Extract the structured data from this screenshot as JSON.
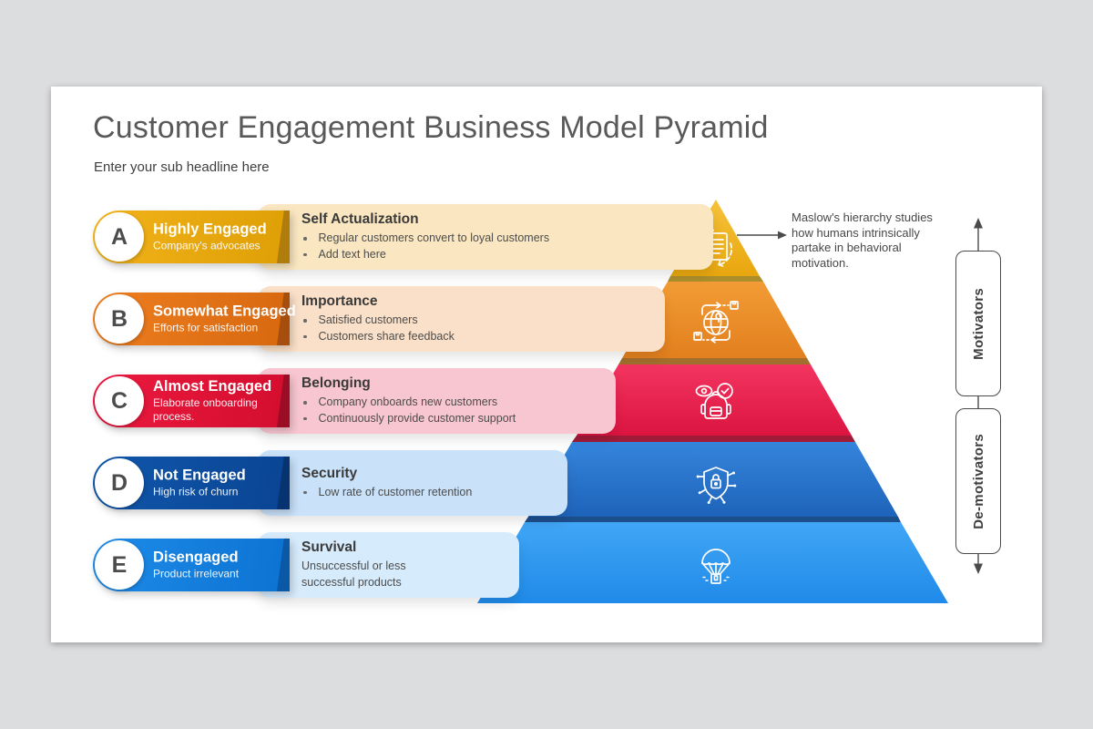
{
  "window": {
    "background": "#dcdddf",
    "card_background": "#ffffff"
  },
  "header": {
    "title": "Customer Engagement Business Model Pyramid",
    "subtitle": "Enter your sub headline here"
  },
  "rows": [
    {
      "letter": "A",
      "label": "Highly Engaged",
      "sublabel": "Company's advocates",
      "heading": "Self Actualization",
      "bullets": [
        "Regular customers convert to loyal customers",
        "Add text here"
      ],
      "colors": {
        "pill_from": "#F2B31B",
        "pill_to": "#DE9F05",
        "fold": "#B07C0C",
        "band": "#FAE7C1"
      }
    },
    {
      "letter": "B",
      "label": "Somewhat Engaged",
      "sublabel": "Efforts for satisfaction",
      "heading": "Importance",
      "bullets": [
        "Satisfied customers",
        "Customers share feedback"
      ],
      "colors": {
        "pill_from": "#ED7E20",
        "pill_to": "#D8680F",
        "fold": "#A64E0D",
        "band": "#FAE0C8"
      }
    },
    {
      "letter": "C",
      "label": "Almost Engaged",
      "sublabel": "Elaborate onboarding process.",
      "heading": "Belonging",
      "bullets": [
        "Company onboards new customers",
        "Continuously provide customer support"
      ],
      "colors": {
        "pill_from": "#EC1A40",
        "pill_to": "#D30D2D",
        "fold": "#9B0D25",
        "band": "#F8C6D1"
      }
    },
    {
      "letter": "D",
      "label": "Not Engaged",
      "sublabel": "High risk of churn",
      "heading": "Security",
      "bullets": [
        "Low rate of customer retention"
      ],
      "colors": {
        "pill_from": "#1057AB",
        "pill_to": "#0A4493",
        "fold": "#083371",
        "band": "#C9E1F9"
      }
    },
    {
      "letter": "E",
      "label": "Disengaged",
      "sublabel": "Product irrelevant",
      "heading": "Survival",
      "lines": [
        "Unsuccessful or less",
        "successful products"
      ],
      "colors": {
        "pill_from": "#1E8CE9",
        "pill_to": "#0C72D2",
        "fold": "#0A58A6",
        "band": "#D6EBFC"
      }
    }
  ],
  "pyramid": {
    "layers": [
      {
        "name": "Self Actualization",
        "icon": "document-sync-check-icon",
        "color_light": "#F6C23B",
        "color_dark": "#E8A60E",
        "strip": "#AC8F2B"
      },
      {
        "name": "Importance",
        "icon": "globe-distribution-icon",
        "color_light": "#F29C36",
        "color_dark": "#E27F1E",
        "strip": "#A26E2C"
      },
      {
        "name": "Belonging",
        "icon": "backpack-check-icon",
        "color_light": "#F23560",
        "color_dark": "#DC1440",
        "strip": "#A01B38"
      },
      {
        "name": "Security",
        "icon": "shield-lock-icon",
        "color_light": "#3585DC",
        "color_dark": "#1E63BA",
        "strip": "#1D4E8C"
      },
      {
        "name": "Survival",
        "icon": "parachute-box-icon",
        "color_light": "#41A6F5",
        "color_dark": "#1F8AE8",
        "strip": ""
      }
    ]
  },
  "annotation": {
    "text": "Maslow's hierarchy studies how humans intrinsically partake in behavioral motivation."
  },
  "rail": {
    "top_label": "Motivators",
    "bottom_label": "De-motivators"
  }
}
